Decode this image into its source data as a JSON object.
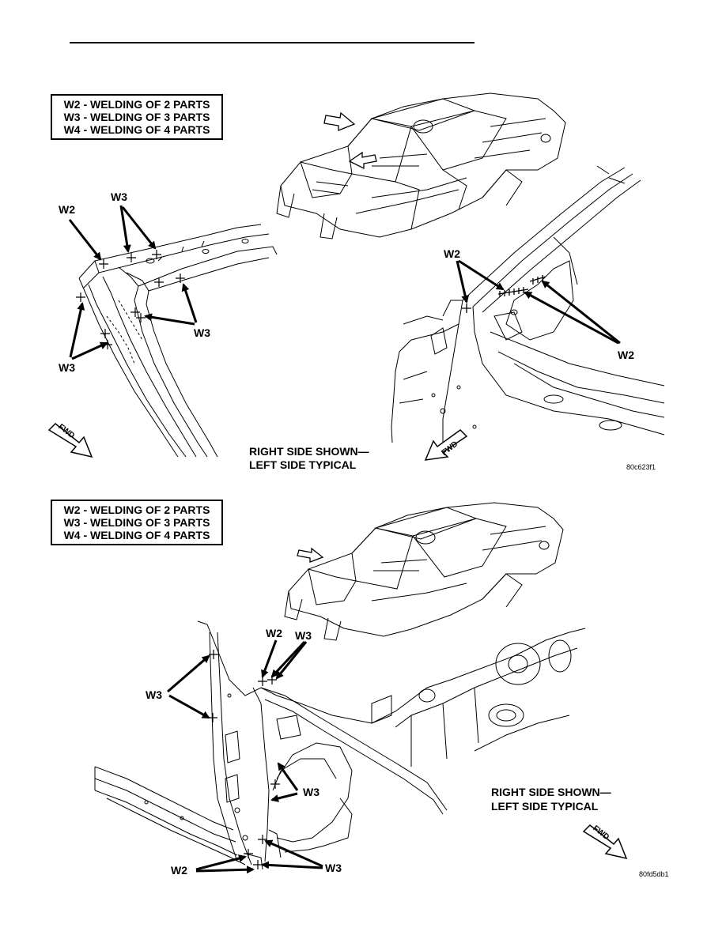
{
  "legend_top": {
    "lines": [
      "W2 - WELDING OF 2 PARTS",
      "W3 - WELDING OF 3 PARTS",
      "W4 - WELDING OF 4 PARTS"
    ]
  },
  "legend_bottom": {
    "lines": [
      "W2 - WELDING OF 2 PARTS",
      "W3 - WELDING OF 3 PARTS",
      "W4 - WELDING OF 4 PARTS"
    ]
  },
  "top_figure": {
    "labels": {
      "w2_a": "W2",
      "w3_a": "W3",
      "w3_b": "W3",
      "w3_c": "W3",
      "w2_b": "W2",
      "w2_c": "W2"
    },
    "fwd_left": "FWD",
    "fwd_right": "FWD",
    "caption_line1": "RIGHT SIDE SHOWN—",
    "caption_line2": "LEFT SIDE TYPICAL",
    "figure_code": "80c623f1"
  },
  "bottom_figure": {
    "labels": {
      "w3_a": "W3",
      "w2_a": "W2",
      "w3_b": "W3",
      "w3_c": "W3",
      "w2_b": "W2",
      "w3_d": "W3"
    },
    "fwd": "FWD",
    "caption_line1": "RIGHT SIDE SHOWN—",
    "caption_line2": "LEFT SIDE TYPICAL",
    "figure_code": "80fd5db1"
  }
}
